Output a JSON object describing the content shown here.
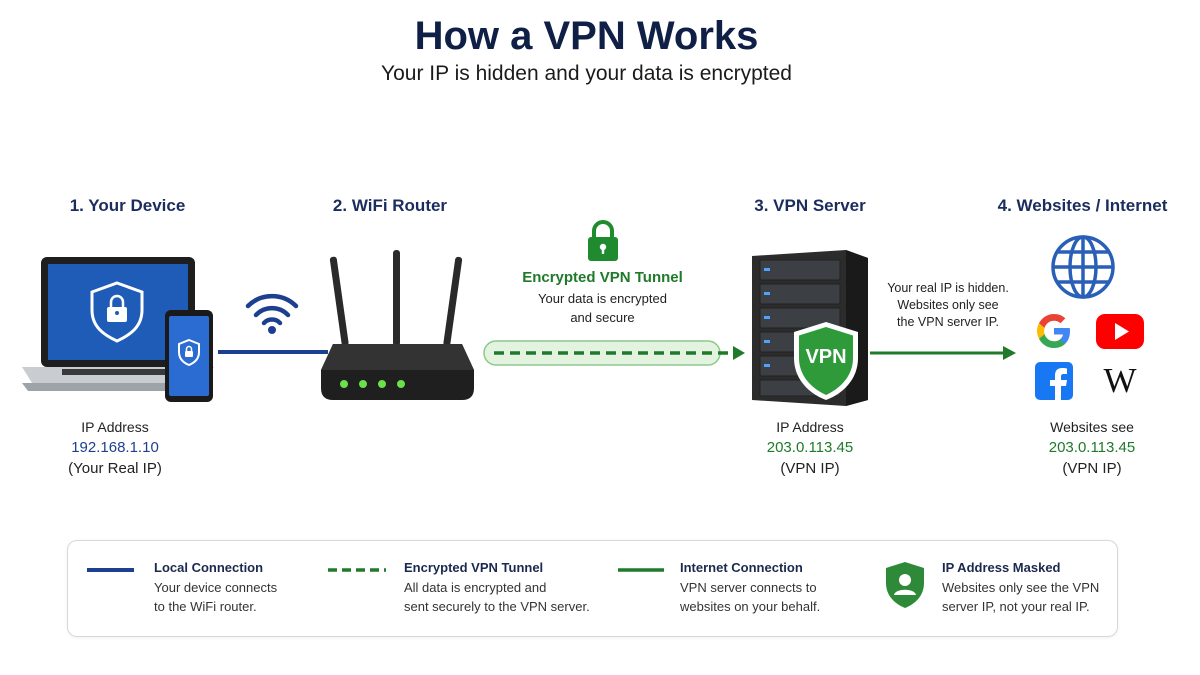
{
  "header": {
    "title": "How a VPN Works",
    "subtitle": "Your IP is hidden and your data is encrypted"
  },
  "steps": [
    {
      "label": "1. Your Device",
      "ip_label": "IP Address",
      "ip": "192.168.1.10",
      "note": "(Your Real IP)"
    },
    {
      "label": "2. WiFi Router"
    },
    {
      "label": "3. VPN Server",
      "ip_label": "IP Address",
      "ip": "203.0.113.45",
      "note": "(VPN IP)"
    },
    {
      "label": "4. Websites / Internet",
      "ip_label": "Websites see",
      "ip": "203.0.113.45",
      "note": "(VPN IP)"
    }
  ],
  "tunnel": {
    "title": "Encrypted VPN Tunnel",
    "line1": "Your data is encrypted",
    "line2": "and secure"
  },
  "server_badge": "VPN",
  "hidden_note": {
    "line1": "Your real IP is hidden.",
    "line2": "Websites only see",
    "line3": "the VPN server IP."
  },
  "wiki_glyph": "W",
  "legend": [
    {
      "title": "Local Connection",
      "line1": "Your device connects",
      "line2": "to the WiFi router."
    },
    {
      "title": "Encrypted VPN Tunnel",
      "line1": "All data is encrypted and",
      "line2": "sent securely to the VPN server."
    },
    {
      "title": "Internet Connection",
      "line1": "VPN server connects to",
      "line2": "websites on your behalf."
    },
    {
      "title": "IP Address Masked",
      "line1": "Websites only see the VPN",
      "line2": "server IP, not your real IP."
    }
  ],
  "colors": {
    "local_line": "#1d3f8f",
    "tunnel": "#1f7a2a",
    "internet_line": "#1f7a2a",
    "title": "#0f1f45"
  },
  "icons": [
    "laptop-icon",
    "phone-icon",
    "wifi-icon",
    "router-icon",
    "lock-icon",
    "server-icon",
    "shield-icon",
    "globe-icon",
    "google-icon",
    "youtube-icon",
    "facebook-icon",
    "wikipedia-icon",
    "user-shield-icon"
  ]
}
